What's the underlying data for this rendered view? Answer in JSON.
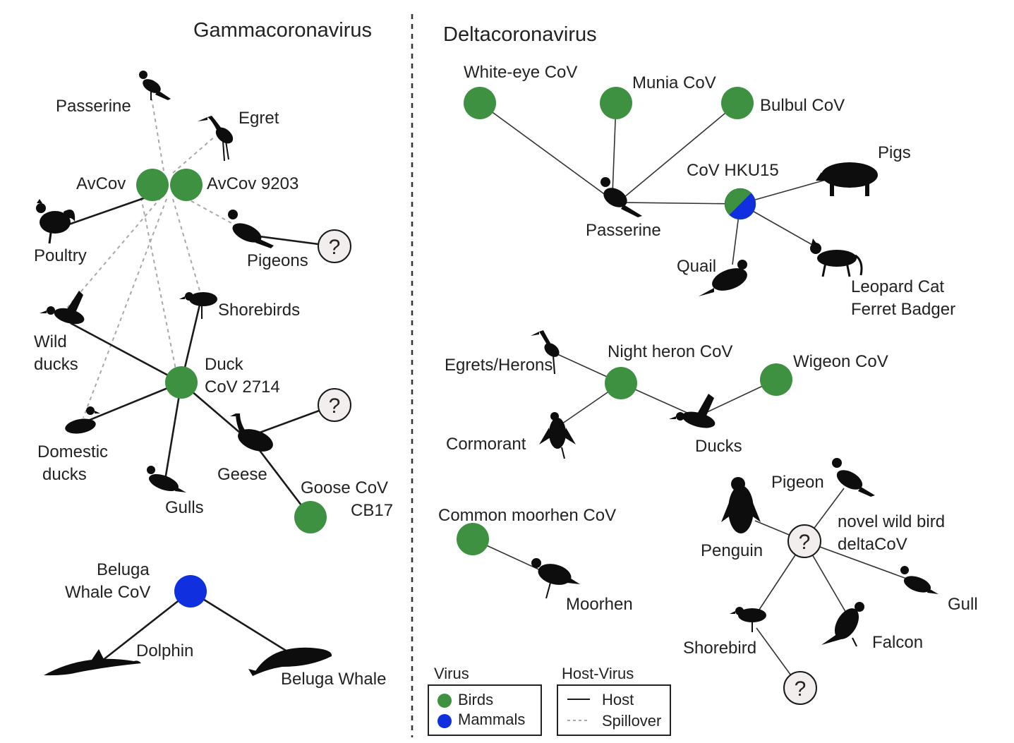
{
  "panels": {
    "gamma_title": "Gammacoronavirus",
    "delta_title": "Deltacoronavirus"
  },
  "colors": {
    "birds": "#3e9141",
    "mammals": "#1030e0",
    "unknown": "#f2eeee"
  },
  "gamma": {
    "virus_avcov": "AvCov",
    "virus_avcov9203": "AvCov 9203",
    "virus_duck": [
      "Duck",
      "CoV 2714"
    ],
    "virus_goose": [
      "Goose CoV",
      "CB17"
    ],
    "virus_beluga": [
      "Beluga",
      "Whale CoV"
    ],
    "host_passerine": "Passerine",
    "host_egret": "Egret",
    "host_poultry": "Poultry",
    "host_pigeons": "Pigeons",
    "host_wild_ducks": [
      "Wild",
      "ducks"
    ],
    "host_shorebirds": "Shorebirds",
    "host_domestic_ducks": [
      "Domestic",
      "ducks"
    ],
    "host_gulls": "Gulls",
    "host_geese": "Geese",
    "host_dolphin": "Dolphin",
    "host_beluga": "Beluga Whale"
  },
  "delta": {
    "virus_whiteeye": "White-eye CoV",
    "virus_munia": "Munia CoV",
    "virus_bulbul": "Bulbul CoV",
    "virus_hku15": "CoV HKU15",
    "virus_nightheron": "Night heron CoV",
    "virus_wigeon": "Wigeon CoV",
    "virus_moorhen": "Common moorhen CoV",
    "virus_novel": [
      "novel wild bird",
      "deltaCoV"
    ],
    "host_pigs": "Pigs",
    "host_passerine": "Passerine",
    "host_quail": "Quail",
    "host_leopard": [
      "Leopard Cat",
      "Ferret Badger"
    ],
    "host_egrets": "Egrets/Herons",
    "host_cormorant": "Cormorant",
    "host_ducks": "Ducks",
    "host_moorhen": "Moorhen",
    "host_pigeon": "Pigeon",
    "host_penguin": "Penguin",
    "host_gull": "Gull",
    "host_shorebird": "Shorebird",
    "host_falcon": "Falcon"
  },
  "unknown_symbol": "?",
  "legend": {
    "virus_title": "Virus",
    "birds": "Birds",
    "mammals": "Mammals",
    "hostvirus_title": "Host-Virus",
    "host": "Host",
    "spillover": "Spillover"
  },
  "edges": {
    "gamma_host": [
      [
        "avcov",
        "poultry"
      ],
      [
        "duck",
        "wild-ducks"
      ],
      [
        "duck",
        "domestic-ducks"
      ],
      [
        "duck",
        "gulls"
      ],
      [
        "duck",
        "shorebirds"
      ],
      [
        "duck",
        "geese"
      ],
      [
        "geese",
        "unknown-geese"
      ],
      [
        "geese",
        "goose"
      ],
      [
        "pigeons",
        "unknown-pigeons"
      ],
      [
        "beluga",
        "dolphin"
      ],
      [
        "beluga",
        "beluga-whale"
      ]
    ],
    "gamma_spillover": [
      [
        "avcov",
        "passerine"
      ],
      [
        "avcov",
        "egret"
      ],
      [
        "avcov",
        "pigeons"
      ],
      [
        "avcov",
        "wild-ducks"
      ],
      [
        "avcov",
        "shorebirds"
      ],
      [
        "avcov",
        "domestic-ducks"
      ],
      [
        "avcov",
        "duck"
      ]
    ],
    "delta_host": [
      [
        "whiteeye",
        "passerine"
      ],
      [
        "munia",
        "passerine"
      ],
      [
        "bulbul",
        "passerine"
      ],
      [
        "hku15",
        "passerine"
      ],
      [
        "hku15",
        "pigs"
      ],
      [
        "hku15",
        "quail"
      ],
      [
        "hku15",
        "leopard"
      ],
      [
        "nightheron",
        "egrets"
      ],
      [
        "nightheron",
        "cormorant"
      ],
      [
        "nightheron",
        "ducks"
      ],
      [
        "wigeon",
        "ducks"
      ],
      [
        "moorhen-cov",
        "moorhen"
      ],
      [
        "novel",
        "pigeon"
      ],
      [
        "novel",
        "penguin"
      ],
      [
        "novel",
        "gull"
      ],
      [
        "novel",
        "shorebird"
      ],
      [
        "novel",
        "falcon"
      ],
      [
        "shorebird",
        "unknown-shorebird"
      ]
    ]
  }
}
